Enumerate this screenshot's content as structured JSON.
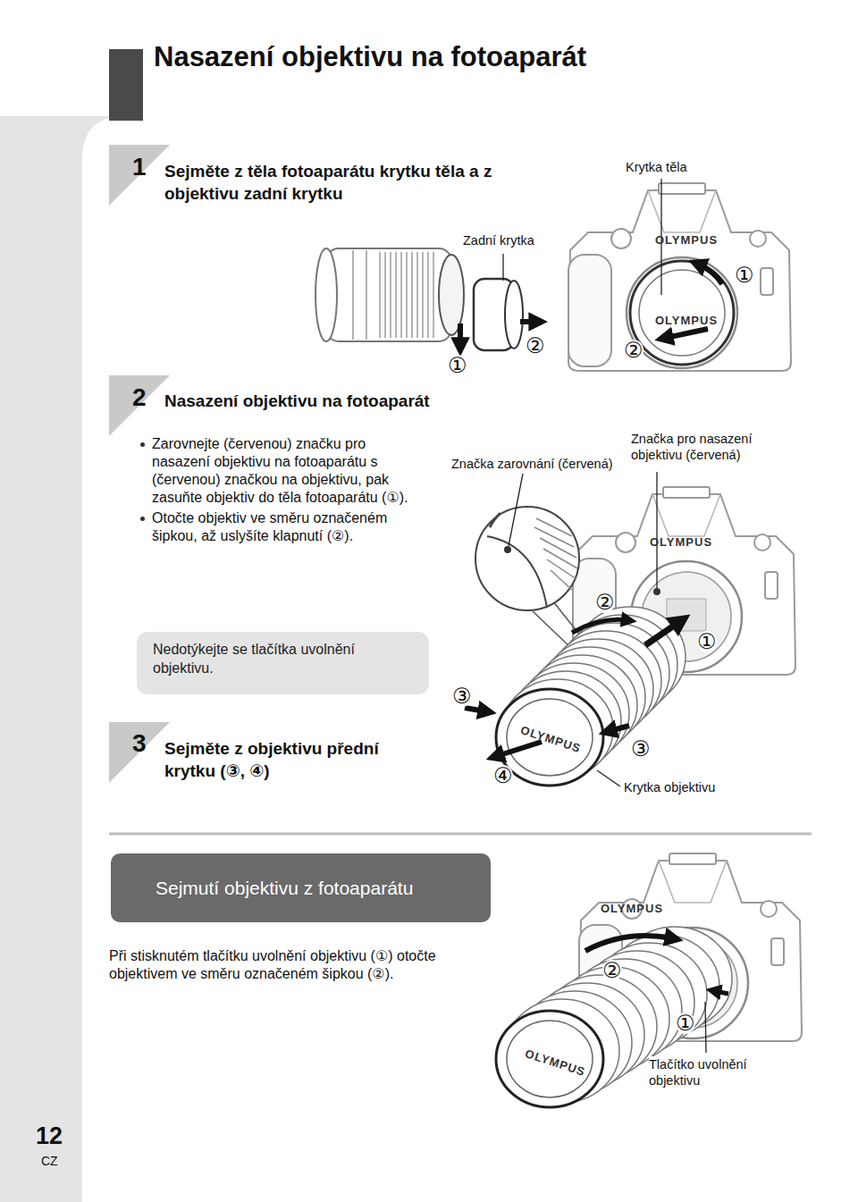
{
  "diagram": {
    "title": "Nasazení objektivu na fotoaparát",
    "nodes": [
      {
        "text": [
          "Nedotýkejte se tlačítka uvolnění objektivu."
        ]
      },
      {
        "text": [
          "Sejmutí objektivu z fotoaparátu"
        ]
      }
    ],
    "labels": [
      "1",
      "Sejměte z těla fotoaparátu krytku těla a z objektivu zadní krytku",
      "Krytka těla",
      "Zadní krytka",
      "OLYMPUS",
      "OLYMPUS",
      "①",
      "②",
      "②",
      "①",
      "2",
      "Nasazení objektivu na fotoaparát",
      "Zarovnejte (červenou) značku pro nasazení objektivu na fotoaparátu s (červenou) značkou na objektivu, pak zasuňte objektiv do těla fotoaparátu (①).",
      "Otočte objektiv ve směru označeném šipkou, až uslyšíte klapnutí (②).",
      "Značka zarovnání (červená)",
      "Značka pro nasazení objektivu (červená)",
      "OLYMPUS",
      "②",
      "①",
      "③",
      "3",
      "Sejměte z objektivu přední krytku (③, ④)",
      "OLYMPUS",
      "④",
      "③",
      "Krytka objektivu",
      "Při stisknutém tlačítku uvolnění objektivu (①) otočte objektivem ve směru označeném šipkou (②).",
      "OLYMPUS",
      "②",
      "①",
      "OLYMPUS",
      "Tlačítko uvolnění objektivu",
      "12",
      "CZ"
    ]
  }
}
